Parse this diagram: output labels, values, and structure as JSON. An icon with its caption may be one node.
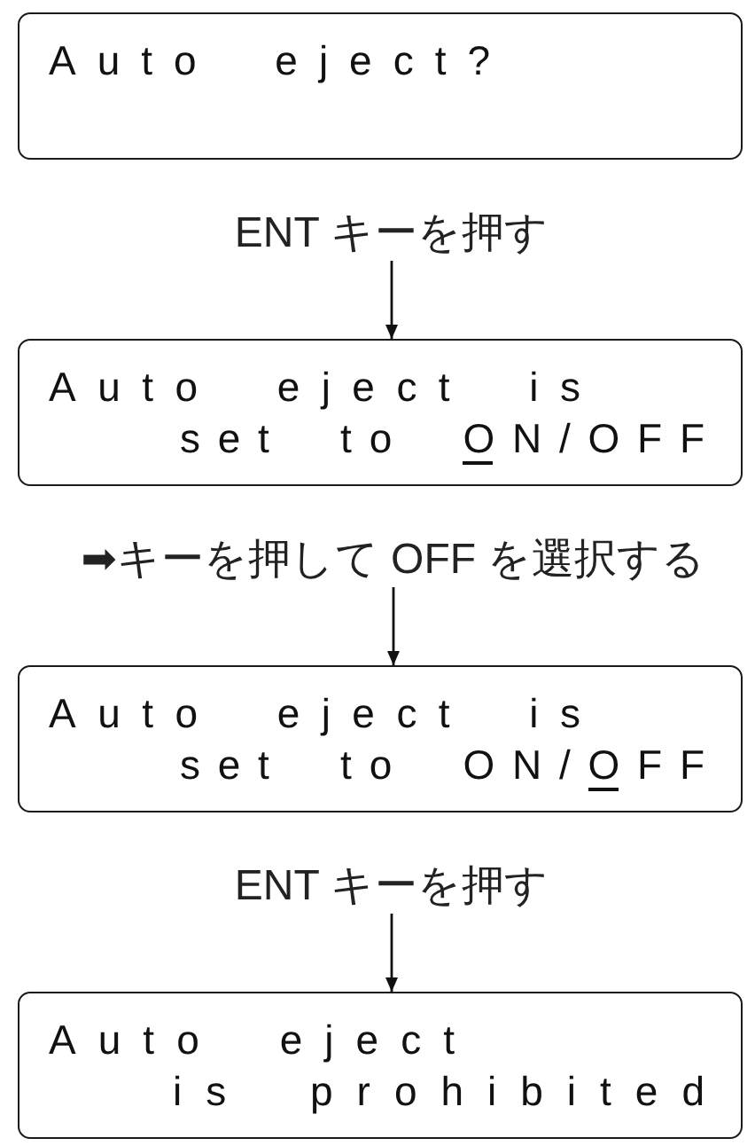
{
  "diagram": {
    "nodes": [
      {
        "text": [
          "Auto eject?"
        ]
      },
      {
        "text": [
          "ENT キーを押す"
        ]
      },
      {
        "text": [
          "Auto eject is",
          "set to ON/OFF"
        ]
      },
      {
        "text": [
          "➡キーを押して OFF を選択する"
        ]
      },
      {
        "text": [
          "Auto eject is",
          "set to ON/OFF"
        ]
      },
      {
        "text": [
          "ENT キーを押す"
        ]
      },
      {
        "text": [
          "Auto eject",
          "is prohibited"
        ]
      }
    ],
    "edges": [
      {
        "from": 1,
        "to": 2,
        "arrow": "to"
      },
      {
        "from": 3,
        "to": 4,
        "arrow": "to"
      },
      {
        "from": 5,
        "to": 6,
        "arrow": "to"
      }
    ]
  }
}
